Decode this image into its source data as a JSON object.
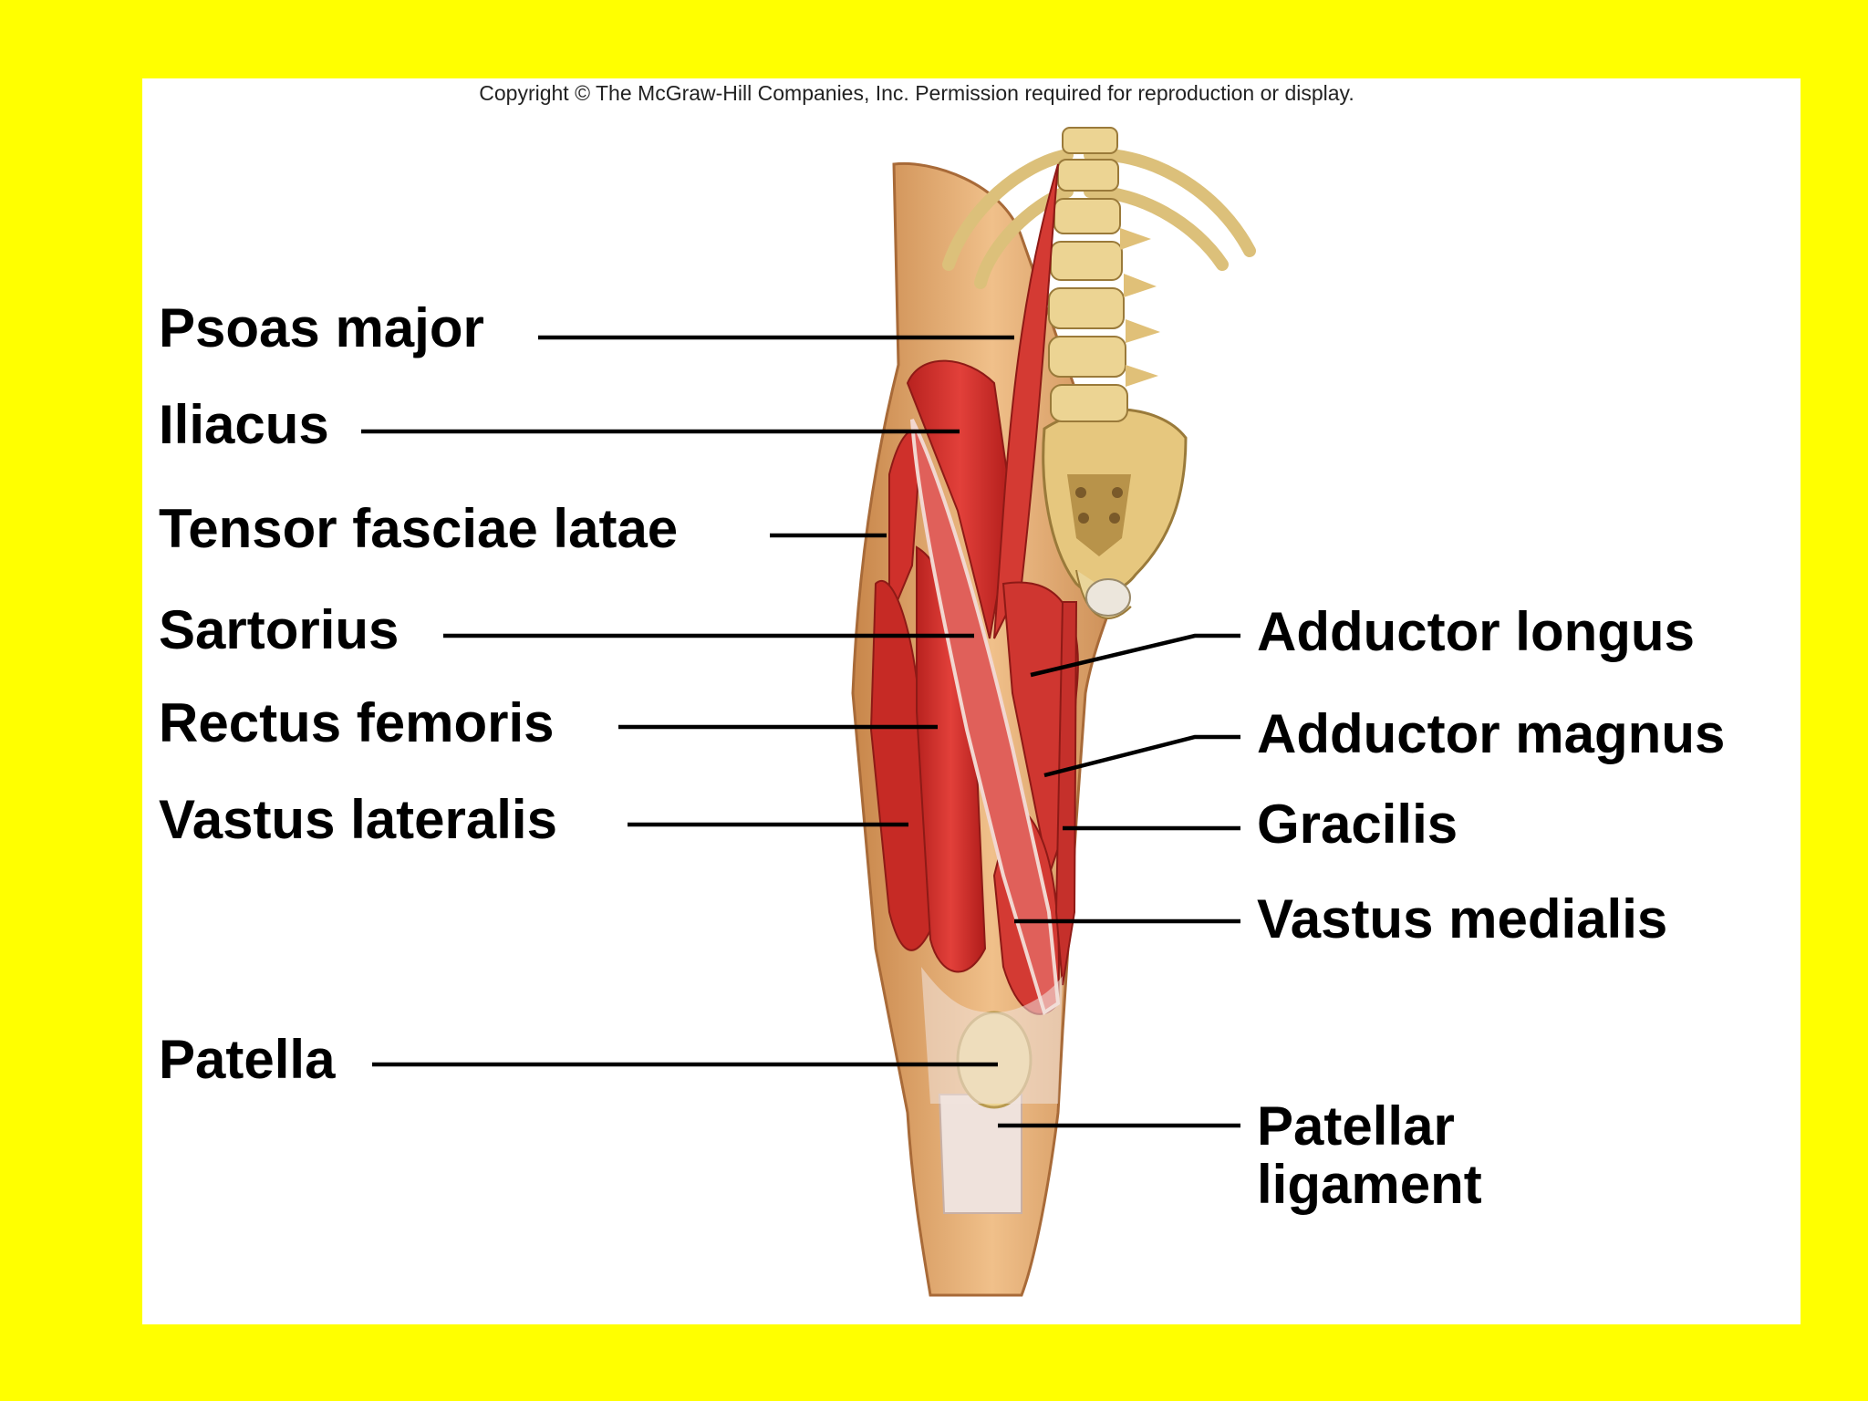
{
  "copyright": "Copyright © The McGraw-Hill Companies, Inc. Permission required for reproduction or display.",
  "labels": {
    "psoas_major": "Psoas major",
    "iliacus": "Iliacus",
    "tensor_fasciae_latae": "Tensor fasciae latae",
    "sartorius": "Sartorius",
    "rectus_femoris": "Rectus femoris",
    "vastus_lateralis": "Vastus lateralis",
    "patella": "Patella",
    "adductor_longus": "Adductor longus",
    "adductor_magnus": "Adductor magnus",
    "gracilis": "Gracilis",
    "vastus_medialis": "Vastus medialis",
    "patellar_ligament_line1": "Patellar",
    "patellar_ligament_line2": "ligament"
  },
  "colors": {
    "background": "#ffff00",
    "panel": "#ffffff",
    "skin": "#e0a868",
    "muscle": "#d8352f",
    "bone": "#ecd493",
    "tendon": "#f2e6df"
  }
}
